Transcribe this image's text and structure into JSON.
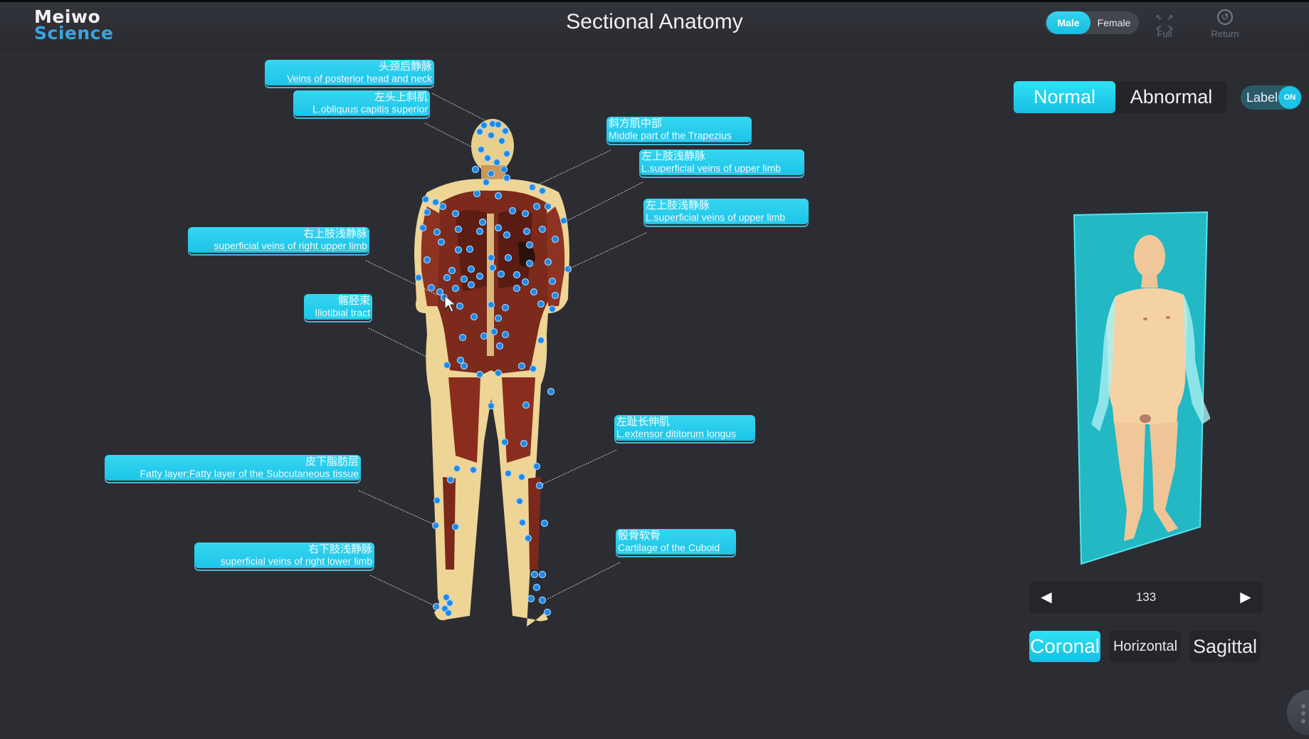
{
  "header": {
    "logo_line1": "Meiwo",
    "logo_line2": "Science",
    "title": "Sectional Anatomy",
    "gender": {
      "options": [
        "Male",
        "Female"
      ],
      "selected": "Male"
    },
    "full_label": "Full",
    "full_icon": "fullscreen-arrows-icon",
    "return_label": "Return",
    "return_icon": "return-circle-icon"
  },
  "mode": {
    "normal": "Normal",
    "abnormal": "Abnormal",
    "selected": "Normal"
  },
  "label_toggle": {
    "label": "Label",
    "state": "ON"
  },
  "slice": {
    "index": "133",
    "prev_icon": "◀",
    "next_icon": "▶"
  },
  "planes": {
    "coronal": "Coronal",
    "horizontal": "Horizontal",
    "sagittal": "Sagittal",
    "selected": "Coronal"
  },
  "labels": [
    {
      "cn": "头颈后静脉",
      "en": "Veins of posterior head and neck"
    },
    {
      "cn": "左头上斜肌",
      "en": "L.obliquus capitis superior"
    },
    {
      "cn": "斜方肌中部",
      "en": "Middle part of the Trapezius"
    },
    {
      "cn": "左上肢浅静脉",
      "en": "L.superficial veins of upper limb"
    },
    {
      "cn": "左上肢浅静脉",
      "en": "L.superficial veins of upper limb"
    },
    {
      "cn": "右上肢浅静脉",
      "en": "superficial veins of right upper limb"
    },
    {
      "cn": "髂胫束",
      "en": "Iliotibial tract"
    },
    {
      "cn": "左趾长伸肌",
      "en": "L.extensor dititorum longus"
    },
    {
      "cn": "皮下脂肪层",
      "en": "Fatty layer:Fatty layer of the Subcutaneous tissue"
    },
    {
      "cn": "右下肢浅静脉",
      "en": "superficial veins of right lower limb"
    },
    {
      "cn": "骰骨软骨",
      "en": "Cartilage of the Cuboid"
    }
  ],
  "colors": {
    "accent": "#1cc4e8",
    "background": "#2c2d32",
    "marker": "#1e88e5",
    "logo_blue": "#3ba3dd",
    "preview_plane": "#22b8c4"
  }
}
